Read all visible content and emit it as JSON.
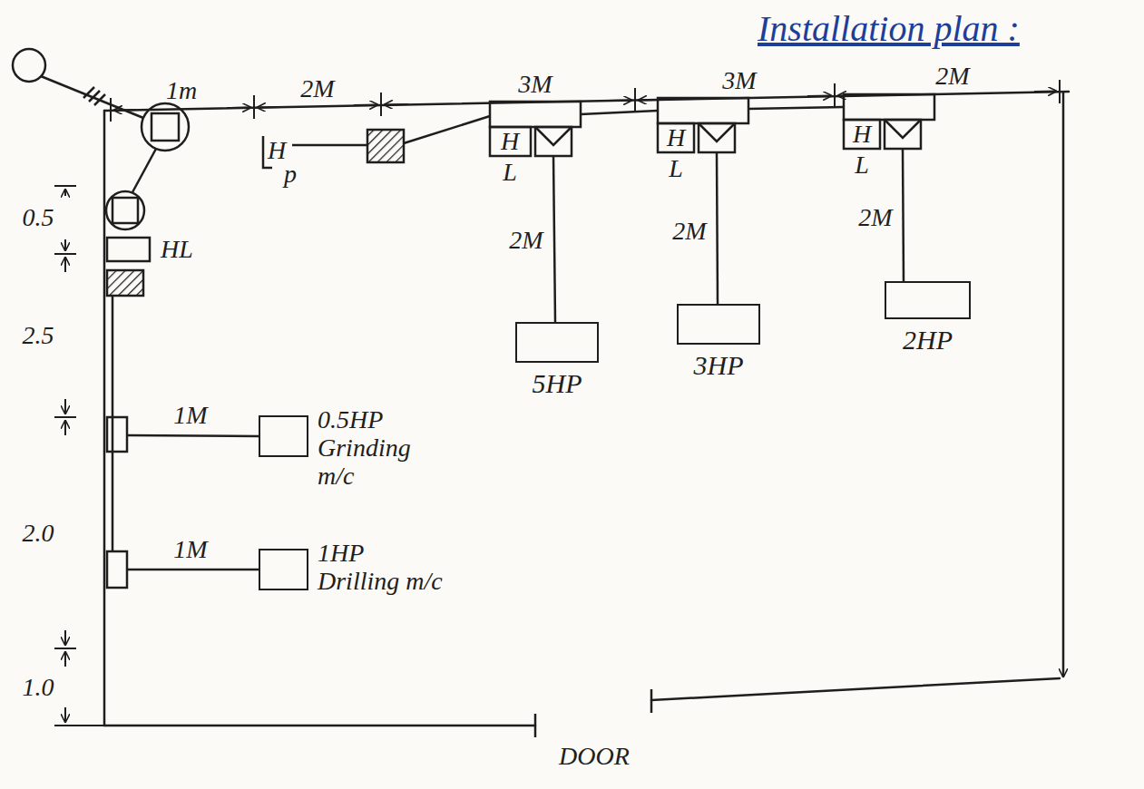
{
  "diagram": {
    "title": "Installation plan :",
    "nodes": [
      {
        "text": [
          "5HP"
        ]
      },
      {
        "text": [
          "3HP"
        ]
      },
      {
        "text": [
          "2HP"
        ]
      },
      {
        "text": [
          "0.5HP",
          "Grinding m/c"
        ]
      },
      {
        "text": [
          "1HP",
          "Drilling m/c"
        ]
      }
    ],
    "labels": [
      "1m",
      "2M",
      "3M",
      "3M",
      "2M",
      "H",
      "p",
      "H",
      "L",
      "H",
      "L",
      "H",
      "L",
      "2M",
      "2M",
      "2M",
      "HL",
      "0.5",
      "2.5",
      "2.0",
      "1.0",
      "1M",
      "1M",
      "DOOR"
    ]
  }
}
